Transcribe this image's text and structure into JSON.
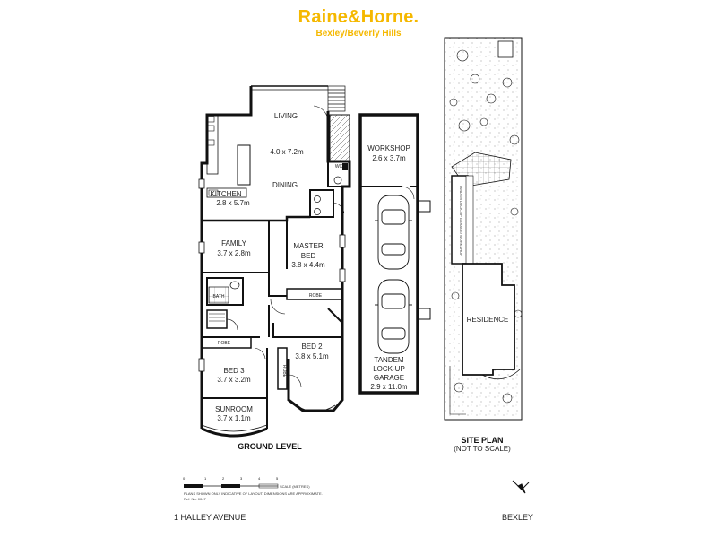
{
  "brand": {
    "name": "Raine&Horne.",
    "office": "Bexley/Beverly Hills"
  },
  "rooms": {
    "living": {
      "name": "LIVING",
      "dims": "4.0 x 7.2m"
    },
    "dining": {
      "name": "DINING"
    },
    "kitchen": {
      "name": "KITCHEN",
      "dims": "2.8 x 5.7m"
    },
    "wc": {
      "name": "WC"
    },
    "family": {
      "name": "FAMILY",
      "dims": "3.7 x 2.8m"
    },
    "master": {
      "name1": "MASTER",
      "name2": "BED",
      "dims": "3.8 x 4.4m"
    },
    "bath": {
      "name": "BATH"
    },
    "robe_master": {
      "name": "ROBE"
    },
    "robe_bed3": {
      "name": "ROBE"
    },
    "robe_bed2": {
      "name": "ROBE"
    },
    "bed2": {
      "name": "BED 2",
      "dims": "3.8 x 5.1m"
    },
    "bed3": {
      "name": "BED 3",
      "dims": "3.7 x 3.2m"
    },
    "sunroom": {
      "name": "SUNROOM",
      "dims": "3.7 x 1.1m"
    },
    "workshop": {
      "name": "WORKSHOP",
      "dims": "2.6 x 3.7m"
    },
    "garage": {
      "name1": "TANDEM",
      "name2": "LOCK-UP",
      "name3": "GARAGE",
      "dims": "2.9 x 11.0m"
    }
  },
  "labels": {
    "ground_level": "GROUND LEVEL",
    "site_plan": "SITE PLAN",
    "not_to_scale": "(NOT TO SCALE)",
    "residence": "RESIDENCE",
    "site_garage": "TANDEM LOCK-UP GARAGE/ WORKSHOP",
    "scale_title": "SCALE (METRES)",
    "scale_ticks": [
      "0",
      "1",
      "2",
      "3",
      "4",
      "5"
    ],
    "disclaimer": "PLANS SHOWN ONLY INDICATIVE OF LAYOUT. DIMENSIONS ARE APPROXIMATE.",
    "ref": "Ref. No: 0047"
  },
  "footer": {
    "address": "1 HALLEY AVENUE",
    "suburb": "BEXLEY"
  }
}
